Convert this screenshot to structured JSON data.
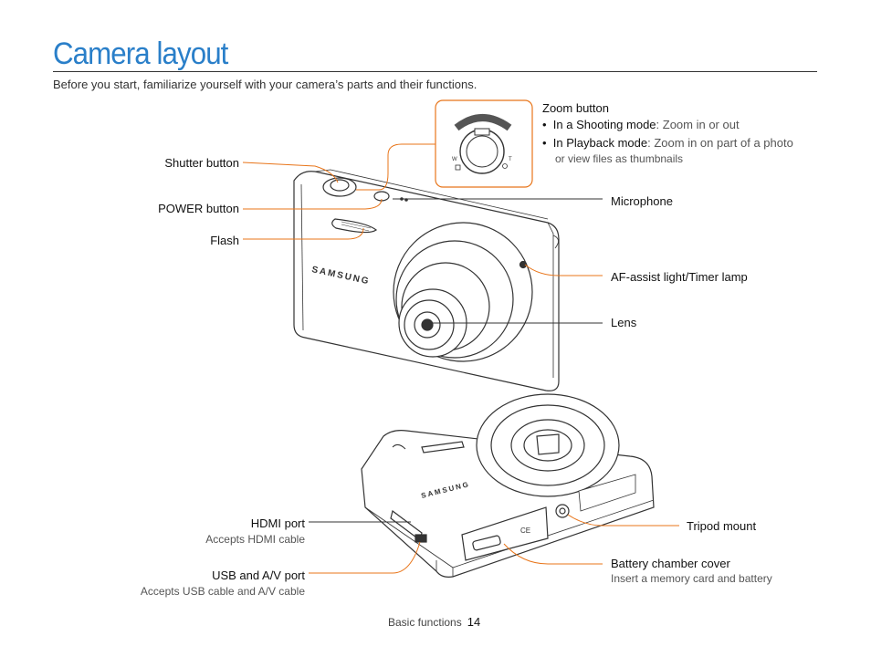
{
  "page": {
    "title": "Camera layout",
    "intro": "Before you start, familiarize yourself with your camera’s parts and their functions."
  },
  "labels": {
    "zoom_button": "Zoom button",
    "zoom_shoot_bold": "In a Shooting mode",
    "zoom_shoot_desc": ": Zoom in or out",
    "zoom_play_bold": "In Playback mode",
    "zoom_play_desc1": ": Zoom in on part of a photo",
    "zoom_play_desc2": "or view files as thumbnails",
    "shutter_button": "Shutter button",
    "power_button": "POWER button",
    "flash": "Flash",
    "microphone": "Microphone",
    "af_assist": "AF-assist light/Timer lamp",
    "lens": "Lens",
    "hdmi_port": "HDMI port",
    "hdmi_desc": "Accepts HDMI cable",
    "usb_av_port": "USB and A/V port",
    "usb_av_desc": "Accepts USB cable and A/V cable",
    "tripod_mount": "Tripod mount",
    "battery_cover": "Battery chamber cover",
    "battery_desc": "Insert a memory card and battery"
  },
  "camera": {
    "brand": "SAMSUNG"
  },
  "footer": {
    "section": "Basic functions",
    "page_number": "14"
  },
  "colors": {
    "accent": "#2a7fc9",
    "leader": "#e8751a",
    "line": "#333333"
  }
}
